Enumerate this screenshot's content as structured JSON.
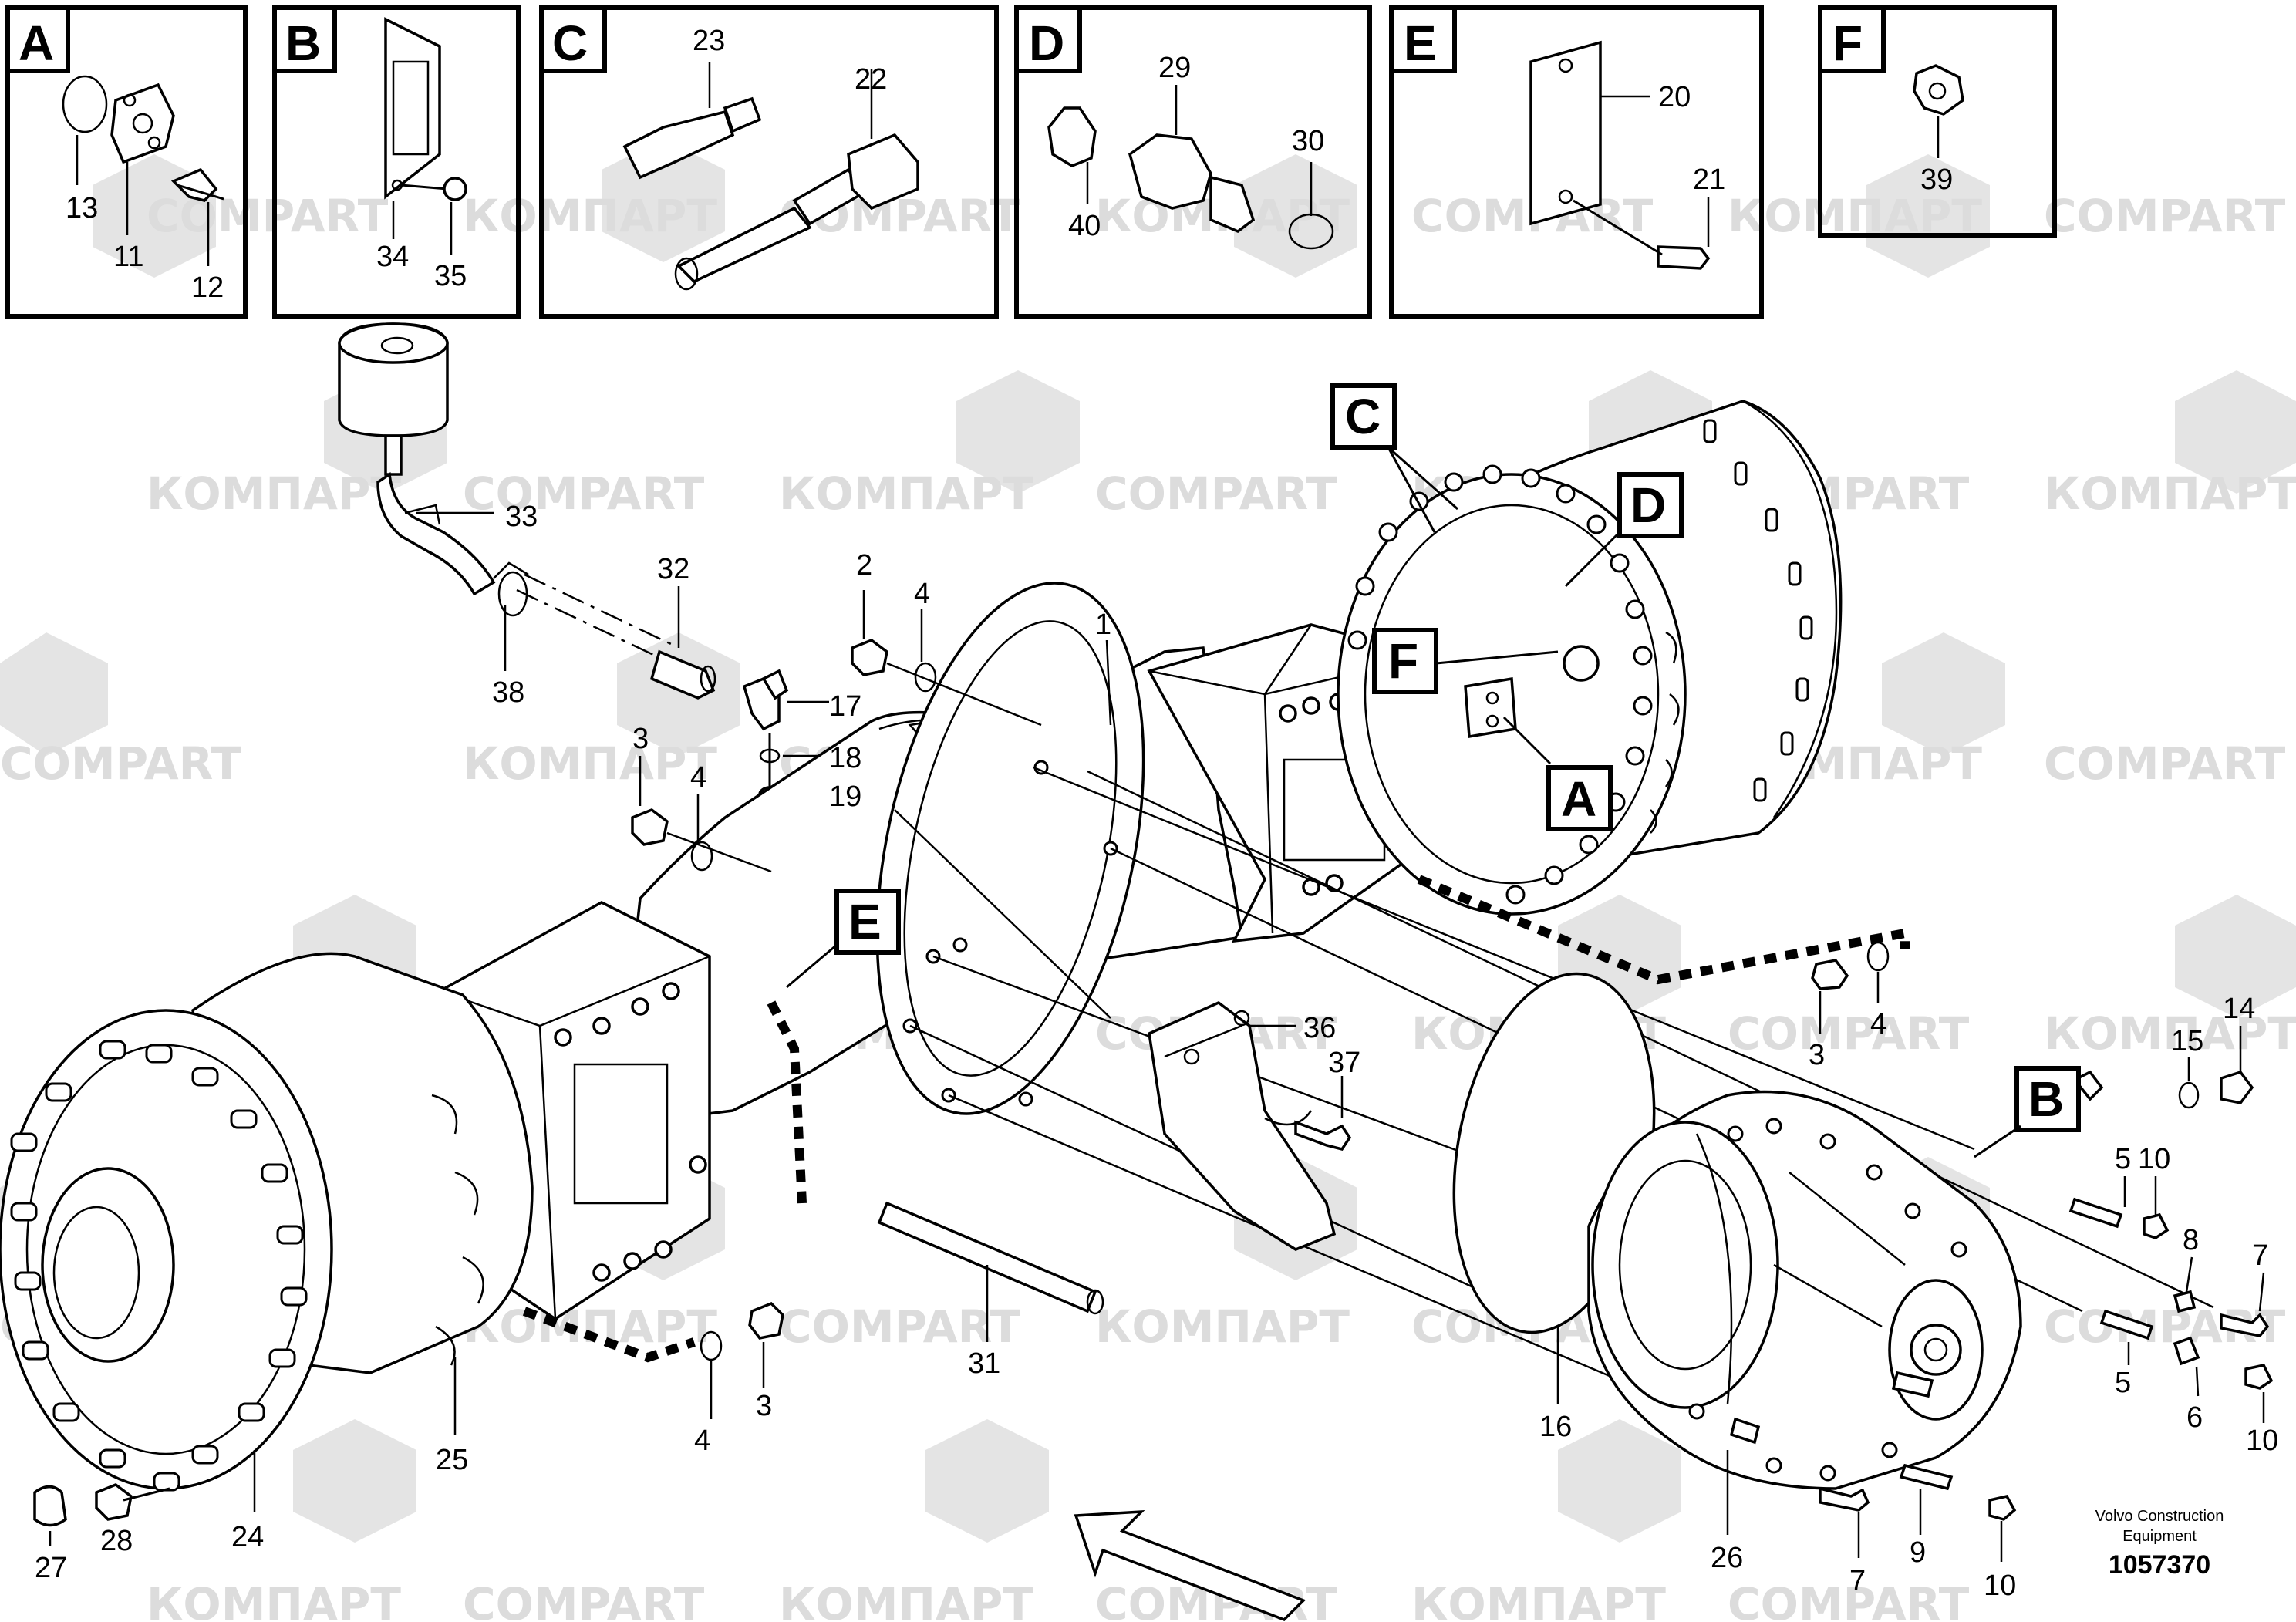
{
  "watermark": {
    "cyrillic": "КОМПАРТ",
    "latin": "COMPART",
    "color": "#d0d0d0"
  },
  "panels": [
    {
      "letter": "A",
      "callouts": [
        "13",
        "11",
        "12"
      ]
    },
    {
      "letter": "B",
      "callouts": [
        "34",
        "35"
      ]
    },
    {
      "letter": "C",
      "callouts": [
        "23",
        "22"
      ]
    },
    {
      "letter": "D",
      "callouts": [
        "29",
        "30",
        "40"
      ]
    },
    {
      "letter": "E",
      "callouts": [
        "20",
        "21"
      ]
    },
    {
      "letter": "F",
      "callouts": [
        "39"
      ]
    }
  ],
  "flags": [
    "C",
    "D",
    "F",
    "A",
    "E",
    "B"
  ],
  "callouts": {
    "c33": "33",
    "c32": "32",
    "c38": "38",
    "c2": "2",
    "c4a": "4",
    "c1": "1",
    "c17": "17",
    "c18": "18",
    "c19": "19",
    "c3a": "3",
    "c4b": "4",
    "c36": "36",
    "c37": "37",
    "c31": "31",
    "c16": "16",
    "c4c": "4",
    "c3b": "3",
    "c3c": "3",
    "c4d": "4",
    "c14": "14",
    "c15": "15",
    "c5a": "5",
    "c10a": "10",
    "c8": "8",
    "c7a": "7",
    "c5b": "5",
    "c6": "6",
    "c10b": "10",
    "c9": "9",
    "c7b": "7",
    "c10c": "10",
    "c26": "26",
    "c25": "25",
    "c24": "24",
    "c27": "27",
    "c28": "28"
  },
  "footer": {
    "line1": "Volvo Construction",
    "line2": "Equipment",
    "number": "1057370"
  }
}
